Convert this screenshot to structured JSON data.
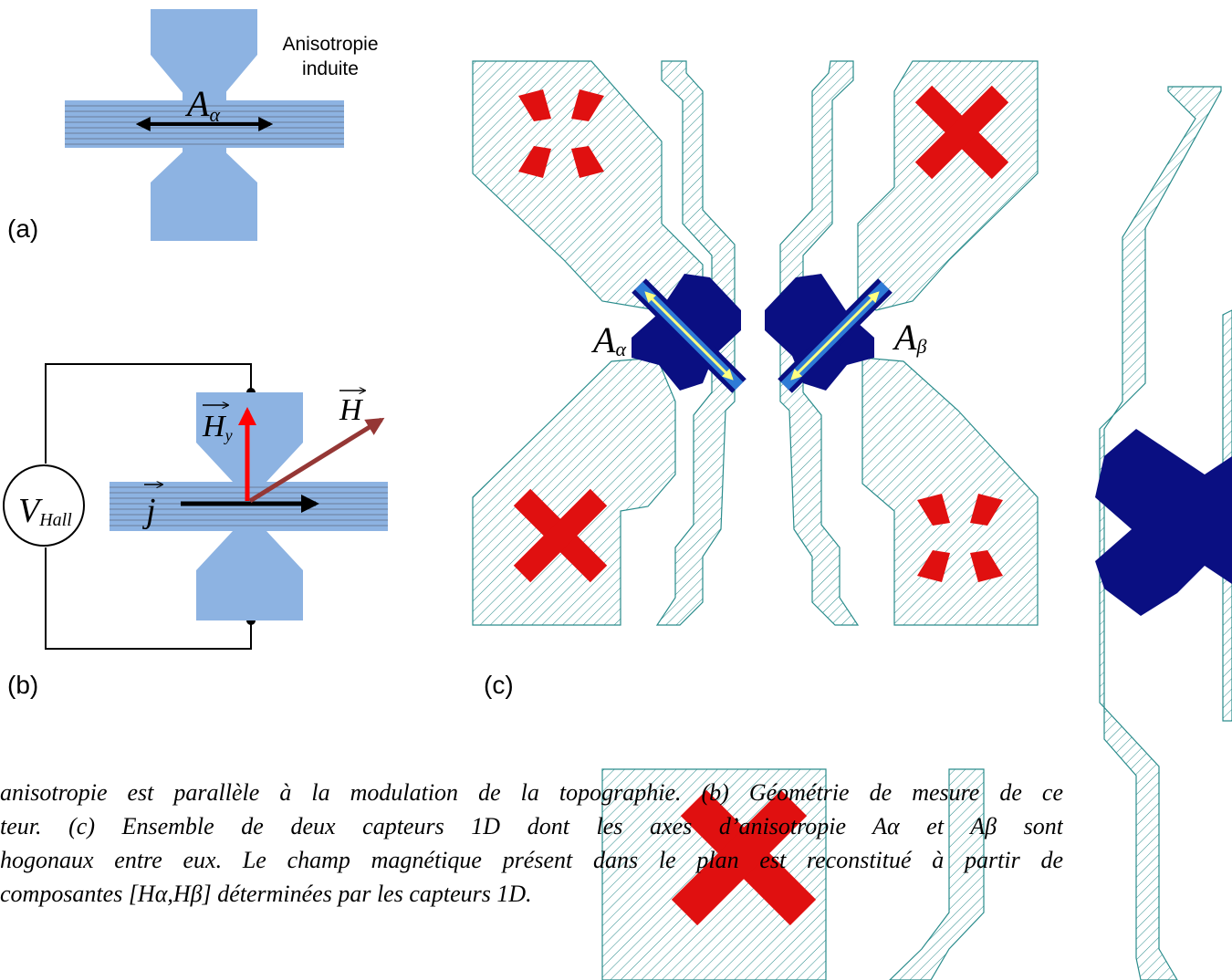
{
  "panel_a": {
    "annotation": "Anisotropie induite",
    "annotation_line1": "Anisotropie",
    "annotation_line2": "induite",
    "axis_label": "A",
    "axis_sub": "α",
    "panel_label": "(a)"
  },
  "panel_b": {
    "voltmeter_label": "V",
    "voltmeter_sub": "Hall",
    "field_y_label": "H",
    "field_y_sub": "y",
    "field_label": "H",
    "current_label": "j",
    "panel_label": "(b)"
  },
  "panel_c": {
    "axis_alpha_label": "A",
    "axis_alpha_sub": "α",
    "axis_beta_label": "A",
    "axis_beta_sub": "β",
    "panel_label": "(c)"
  },
  "caption": {
    "line1": "anisotropie est parallèle à la modulation de la topographie. (b) Géométrie de mesure de ce",
    "line2": "teur. (c) Ensemble de deux capteurs 1D dont les axes d’anisotropie Aα et Aβ sont",
    "line3": "hogonaux entre eux. Le champ magnétique présent dans le plan est reconstitué à partir de",
    "line4": "composantes [Hα,Hβ] déterminées par les capteurs 1D."
  },
  "colors": {
    "device_blue": "#8db3e2",
    "pad_navy": "#0a0f82",
    "cross_red": "#e01010",
    "hatch_teal": "#2a8c8c",
    "arrow_yellow": "#ffff80",
    "field_red": "#ff0000",
    "field_brown": "#953735"
  }
}
